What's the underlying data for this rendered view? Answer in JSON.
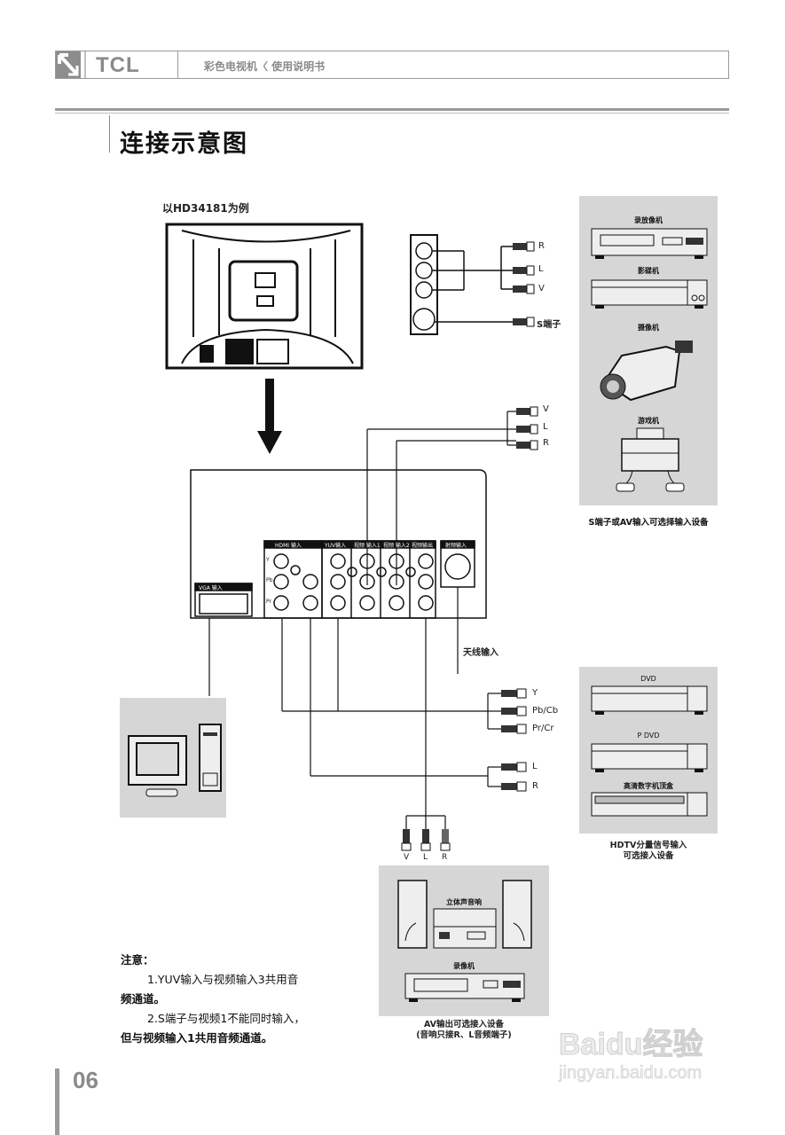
{
  "header": {
    "brand": "TCL",
    "manual_title": "彩色电视机〈 使用说明书"
  },
  "page_title": "连接示意图",
  "tv_example_label": "以HD34181为例",
  "rear_panel": {
    "pc_input_label": "VGA 输入",
    "hdmi_label": "HDMI 输入",
    "yuv_label": "YUV输入",
    "av1_label": "视频 输入1",
    "av2_label": "视频 输入2",
    "av_out_label": "视频输出",
    "antenna_label": "射频输入",
    "jack_labels_y": "Y",
    "jack_labels_pb": "Pb",
    "jack_labels_pr": "Pr"
  },
  "side_av": {
    "plugs": [
      "R",
      "L",
      "V"
    ],
    "s_video": "S端子"
  },
  "av_plugs_top": [
    "V",
    "L",
    "R"
  ],
  "antenna_input_label": "天线输入",
  "yuv_plugs": [
    "Y",
    "Pb/Cb",
    "Pr/Cr"
  ],
  "audio_plugs": [
    "L",
    "R"
  ],
  "av_out_plugs": [
    "V",
    "L",
    "R"
  ],
  "panels": {
    "source_devices": {
      "items": [
        "录放像机",
        "影碟机",
        "摄像机",
        "游戏机"
      ],
      "caption": "S端子或AV输入可选择输入设备"
    },
    "hdtv_devices": {
      "items": [
        "DVD",
        "P DVD",
        "高清数字机顶盒"
      ],
      "caption_line1": "HDTV分量信号输入",
      "caption_line2": "可选接入设备"
    },
    "av_out_devices": {
      "items": [
        "立体声音响",
        "录像机"
      ],
      "caption_line1": "AV输出可选接入设备",
      "caption_line2": "(音响只接R、L音频端子)"
    }
  },
  "notes": {
    "heading": "注意：",
    "item1_line1": "1.YUV输入与视频输入3共用音",
    "item1_line2": "频通道。",
    "item2_line1": "2.S端子与视频1不能同时输入，",
    "item2_line2": "但与视频输入1共用音频通道。"
  },
  "page_number": "06",
  "watermark": {
    "brand": "Baidu经验",
    "url": "jingyan.baidu.com"
  }
}
